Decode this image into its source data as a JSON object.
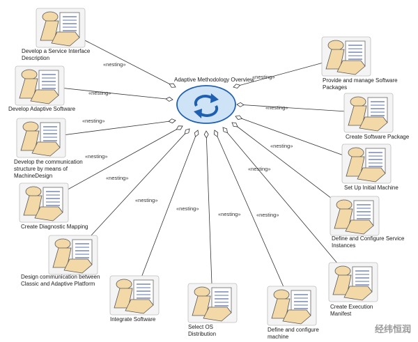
{
  "center": {
    "title": "Adaptive Methodology Overview"
  },
  "edge_label": "«nesting»",
  "watermark": "经纬恒润",
  "nodes": [
    {
      "label": "Develop a Service Interface\nDescription"
    },
    {
      "label": "Develop Adaptive Software"
    },
    {
      "label": "Develop the communication\nstructure by means of\nMachineDesign"
    },
    {
      "label": "Create Diagnostic Mapping"
    },
    {
      "label": "Design communication between\nClassic and Adaptive Platform"
    },
    {
      "label": "Integrate Software"
    },
    {
      "label": "Select OS\nDistribution"
    },
    {
      "label": "Define and configure\nmachine"
    },
    {
      "label": "Create Execution\nManifest"
    },
    {
      "label": "Define and Configure Service\nInstances"
    },
    {
      "label": "Set Up Initial Machine"
    },
    {
      "label": "Create Software Package"
    },
    {
      "label": "Provide and manage Software\nPackages"
    }
  ]
}
